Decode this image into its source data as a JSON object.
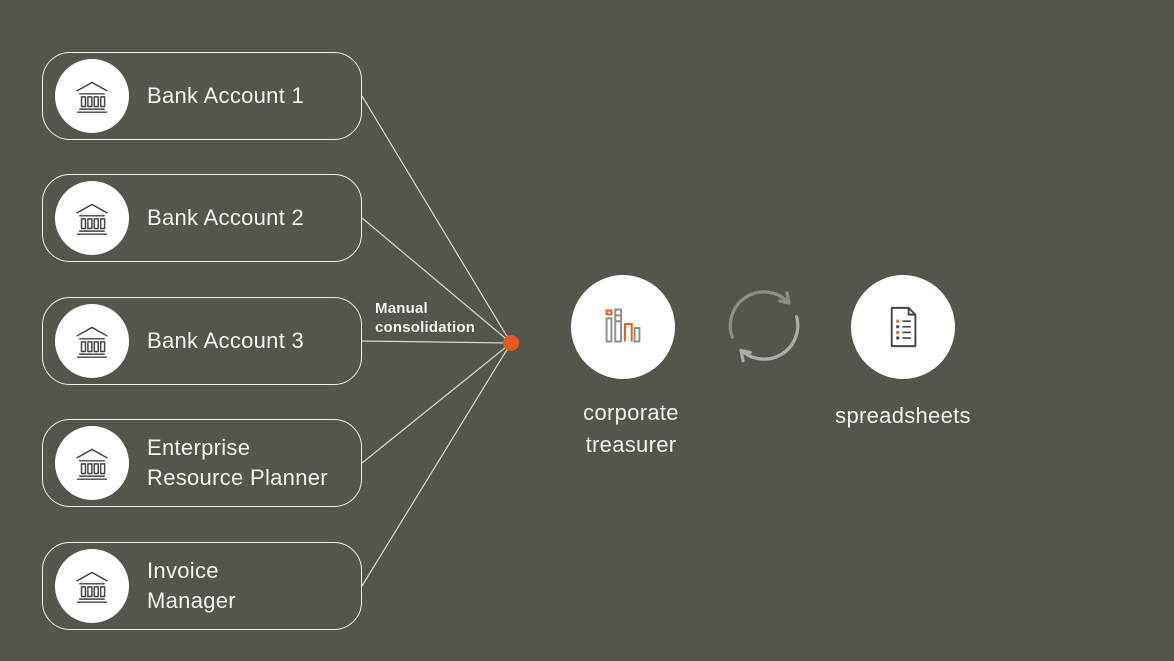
{
  "colors": {
    "background": "#54554c",
    "accent": "#e95a20",
    "node_border": "#f0efe9",
    "node_text": "#f5f4f0",
    "circle_fill": "#ffffff",
    "icon_stroke": "#45463f",
    "line": "#d9d8d3",
    "sync_arrow_dark": "#8e8e89",
    "sync_arrow_light": "#acaca8"
  },
  "sources": {
    "nodes": [
      {
        "label": "Bank Account 1",
        "icon": "bank-icon"
      },
      {
        "label": "Bank Account 2",
        "icon": "bank-icon"
      },
      {
        "label": "Bank Account 3",
        "icon": "bank-icon"
      },
      {
        "label": "Enterprise\nResource Planner",
        "icon": "bank-icon"
      },
      {
        "label": "Invoice\nManager",
        "icon": "bank-icon"
      }
    ]
  },
  "flow": {
    "manual_consolidation_label": "Manual\nconsolidation",
    "treasurer_label": "corporate\ntreasurer",
    "spreadsheets_label": "spreadsheets",
    "treasurer_icon": "bar-chart-buildings-icon",
    "sync_icon": "sync-cycle-icon",
    "spreadsheets_icon": "document-list-icon"
  }
}
